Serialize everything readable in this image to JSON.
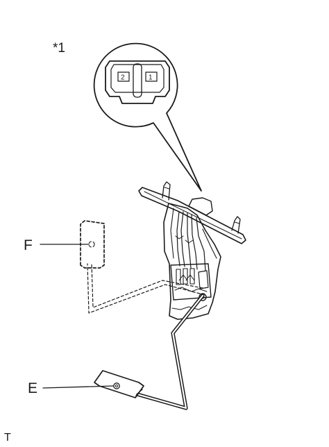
{
  "callouts": {
    "star_label": "*1",
    "float_label_f": "F",
    "float_label_e": "E",
    "corner_mark": "T"
  },
  "connector": {
    "pin_left": "2",
    "pin_right": "1"
  },
  "colors": {
    "line": "#1a1a1a",
    "background": "#ffffff"
  }
}
